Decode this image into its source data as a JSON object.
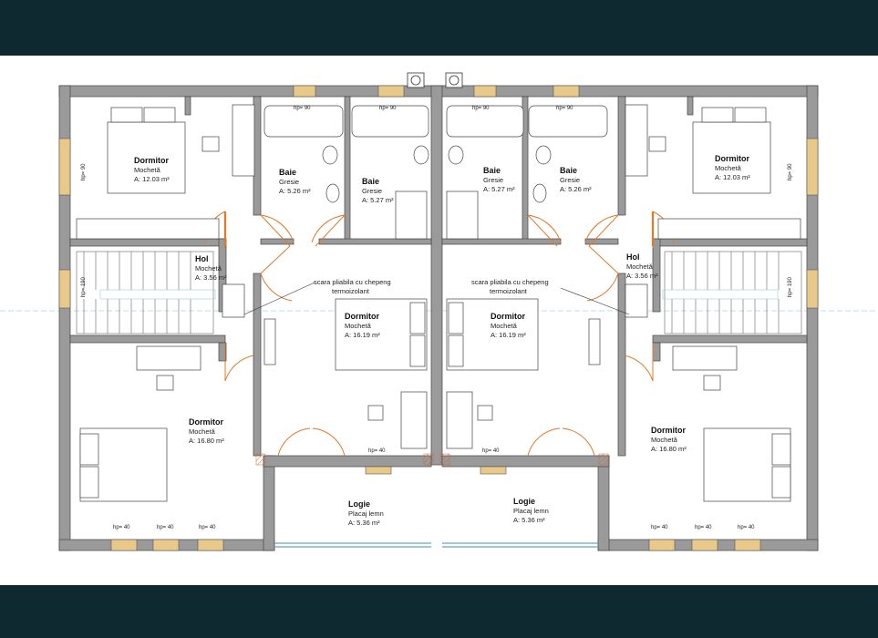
{
  "rooms": {
    "dorm1": {
      "name": "Dormitor",
      "floor": "Mochetă",
      "area": "A: 12.03 m²"
    },
    "baie1": {
      "name": "Baie",
      "floor": "Gresie",
      "area": "A: 5.26 m²"
    },
    "baie2": {
      "name": "Baie",
      "floor": "Gresie",
      "area": "A: 5.27 m²"
    },
    "baie3": {
      "name": "Baie",
      "floor": "Gresie",
      "area": "A: 5.27 m²"
    },
    "baie4": {
      "name": "Baie",
      "floor": "Gresie",
      "area": "A: 5.26 m²"
    },
    "dorm2": {
      "name": "Dormitor",
      "floor": "Mochetă",
      "area": "A: 12.03 m²"
    },
    "hol1": {
      "name": "Hol",
      "floor": "Mochetă",
      "area": "A: 3.56 m²"
    },
    "hol2": {
      "name": "Hol",
      "floor": "Mochetă",
      "area": "A: 3.56 m²"
    },
    "dorm3": {
      "name": "Dormitor",
      "floor": "Mochetă",
      "area": "A: 16.19 m²"
    },
    "dorm4": {
      "name": "Dormitor",
      "floor": "Mochetă",
      "area": "A: 16.19 m²"
    },
    "dorm5": {
      "name": "Dormitor",
      "floor": "Mochetă",
      "area": "A: 16.80 m²"
    },
    "dorm6": {
      "name": "Dormitor",
      "floor": "Mochetă",
      "area": "A: 16.80 m²"
    },
    "logie1": {
      "name": "Logie",
      "floor": "Placaj lemn",
      "area": "A: 5.36 m²"
    },
    "logie2": {
      "name": "Logie",
      "floor": "Placaj lemn",
      "area": "A: 5.36 m²"
    }
  },
  "notes": {
    "stair1": [
      "scara pliabila cu chepeng",
      "termoizolant"
    ],
    "stair2": [
      "scara pliabila cu chepeng",
      "termoizolant"
    ]
  },
  "window_labels": {
    "hp90": "hp= 90",
    "hp40": "hp= 40",
    "hp190": "hp= 190"
  },
  "colors": {
    "band": "#0e2a30",
    "wall": "#9a9a9a",
    "window": "#e8c98a",
    "door": "#e07a2a",
    "guide": "#8fd0e0"
  }
}
